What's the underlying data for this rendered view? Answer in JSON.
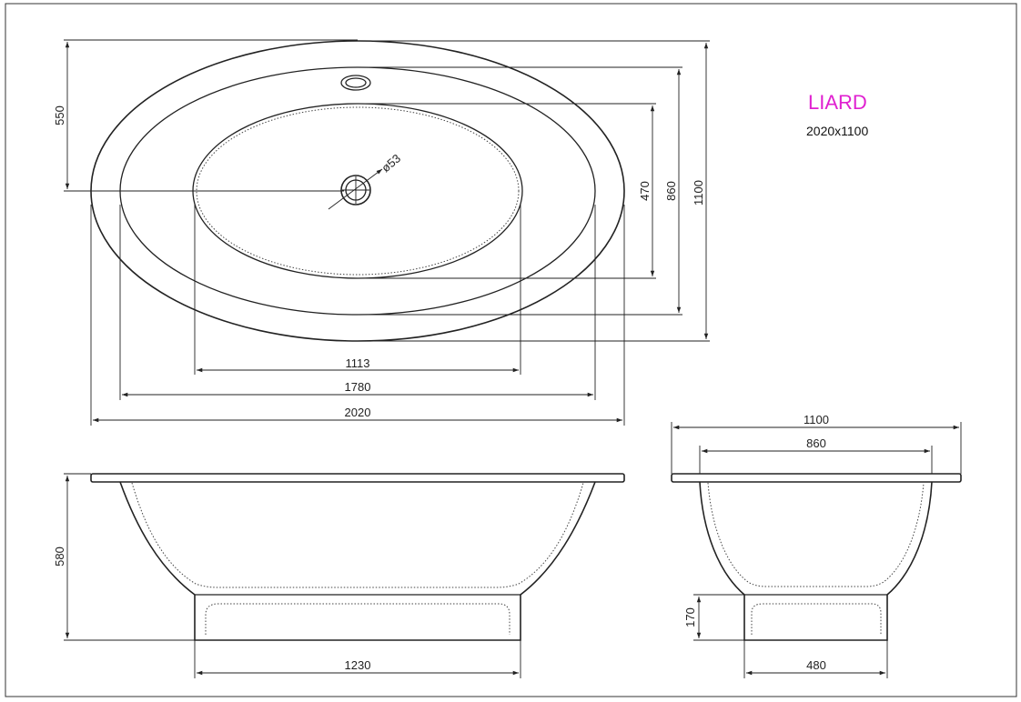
{
  "product": {
    "name": "LIARD",
    "size": "2020x1100",
    "name_color": "#e020d0"
  },
  "top_view": {
    "drain_diameter": "ø53",
    "dims": {
      "inner_length": "1113",
      "rim_length": "1780",
      "overall_length": "2020",
      "drain_offset": "550",
      "inner_width": "470",
      "rim_width": "860",
      "overall_width": "1100"
    }
  },
  "side_view": {
    "dims": {
      "height": "580",
      "base_length": "1230"
    }
  },
  "end_view": {
    "dims": {
      "overall_width": "1100",
      "rim_width": "860",
      "base_height": "170",
      "base_width": "480"
    }
  }
}
